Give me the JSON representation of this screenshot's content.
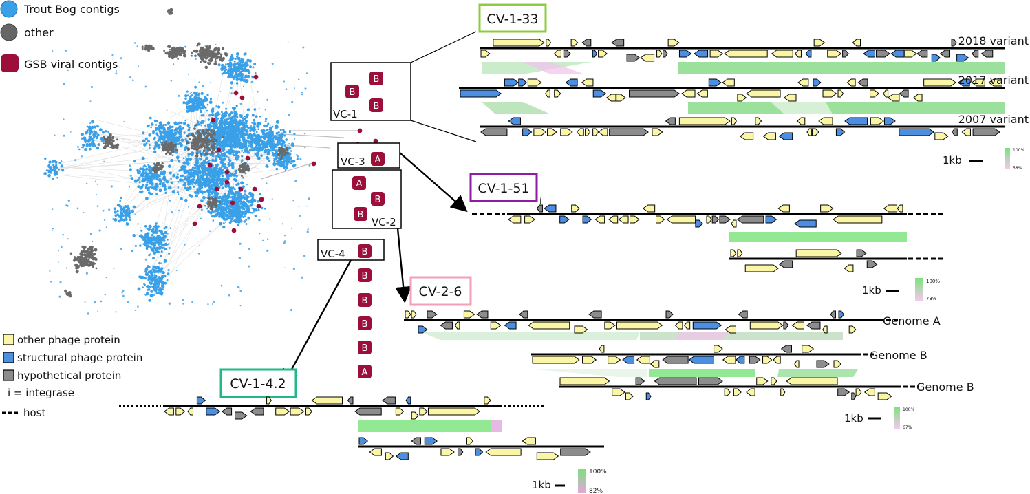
{
  "legend_top": [
    {
      "label": "Trout Bog contigs",
      "color": "#3aa0e8",
      "shape": "circle"
    },
    {
      "label": "other",
      "color": "#666666",
      "shape": "circle"
    },
    {
      "label": "GSB viral contigs",
      "color": "#9b0f3a",
      "shape": "square"
    }
  ],
  "legend_bottom": [
    {
      "label": "other phage protein",
      "color": "#fbf6a6"
    },
    {
      "label": "structural phage protein",
      "color": "#4c8fe0"
    },
    {
      "label": "hypothetical protein",
      "color": "#8c8c8c"
    },
    {
      "label": "i = integrase"
    },
    {
      "label": "host"
    }
  ],
  "clusters": [
    {
      "id": "VC-1",
      "label": "VC-1",
      "members": [
        "B",
        "B",
        "B"
      ]
    },
    {
      "id": "VC-3",
      "label": "VC-3",
      "members": [
        "A"
      ]
    },
    {
      "id": "VC-2",
      "label": "VC-2",
      "members": [
        "A",
        "B",
        "B"
      ]
    },
    {
      "id": "VC-4",
      "label": "VC-4",
      "members": [
        "B",
        "B",
        "B",
        "B",
        "B",
        "A"
      ]
    }
  ],
  "genomes": [
    {
      "id": "CV-1-33",
      "title": "CV-1-33",
      "border": "#8ccc44",
      "tracks": [
        "2018 variant",
        "2017 variant",
        "2007 variant"
      ],
      "scale_label": "1kb",
      "identity_max": "100%",
      "identity_min": "58%"
    },
    {
      "id": "CV-1-51",
      "title": "CV-1-51",
      "border": "#8a1fa0",
      "integrase": "i",
      "scale_label": "1kb",
      "identity_max": "100%",
      "identity_min": "73%"
    },
    {
      "id": "CV-2-6",
      "title": "CV-2-6",
      "border": "#f2a0b8",
      "tracks": [
        "Genome A",
        "Genome B",
        "Genome B"
      ],
      "scale_label": "1kb",
      "identity_max": "100%",
      "identity_min": "67%"
    },
    {
      "id": "CV-1-4.2",
      "title": "CV-1-4.2",
      "border": "#1fb88a",
      "scale_label": "1kb",
      "identity_max": "100%",
      "identity_min": "82%"
    }
  ]
}
